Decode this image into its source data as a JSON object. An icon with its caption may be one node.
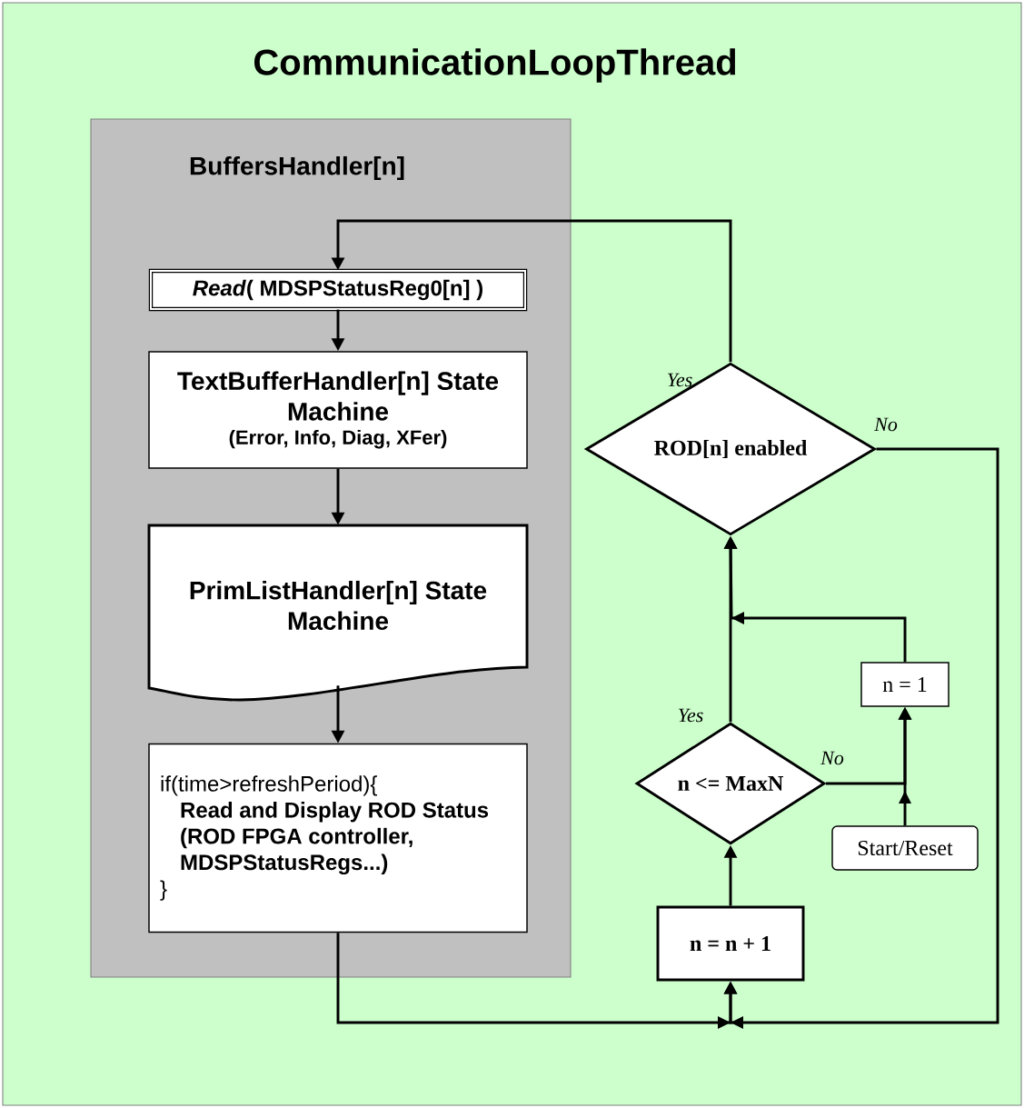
{
  "diagram": {
    "title": "CommunicationLoopThread",
    "nodes": [
      {
        "text": [
          "BuffersHandler[n]"
        ]
      },
      {
        "text": [
          "*Read*( MDSPStatusReg0[n] )"
        ],
        "in": 0
      },
      {
        "text": [
          "TextBufferHandler[n] State Machine",
          "(Error, Info, Diag, XFer)"
        ],
        "in": 0
      },
      {
        "text": [
          "PrimListHandler[n] State Machine"
        ],
        "in": 0
      },
      {
        "text": [
          "if(time>refreshPeriod){",
          "Read and Display ROD Status (ROD FPGA controller, MDSPStatusRegs...)",
          "}"
        ],
        "in": 0
      },
      {
        "text": [
          "ROD[n] enabled"
        ]
      },
      {
        "text": [
          "n = 1"
        ]
      },
      {
        "text": [
          "n <= MaxN"
        ]
      },
      {
        "text": [
          "Start/Reset"
        ]
      },
      {
        "text": [
          "n = n + 1"
        ]
      }
    ],
    "edges": [
      {
        "from": 5,
        "to": 1,
        "arrow": "to",
        "label": "Yes"
      },
      {
        "from": 1,
        "to": 2,
        "arrow": "to"
      },
      {
        "from": 2,
        "to": 3,
        "arrow": "to"
      },
      {
        "from": 3,
        "to": 4,
        "arrow": "to"
      },
      {
        "from": 4,
        "to": 9,
        "arrow": "to"
      },
      {
        "from": 5,
        "to": 9,
        "arrow": "to",
        "label": "No"
      },
      {
        "from": 9,
        "to": 7,
        "arrow": "to"
      },
      {
        "from": 7,
        "to": 5,
        "arrow": "to",
        "label": "Yes"
      },
      {
        "from": 7,
        "to": 6,
        "arrow": "to",
        "label": "No"
      },
      {
        "from": 8,
        "to": 6,
        "arrow": "to"
      },
      {
        "from": 6,
        "to": 5,
        "arrow": "to"
      }
    ]
  }
}
